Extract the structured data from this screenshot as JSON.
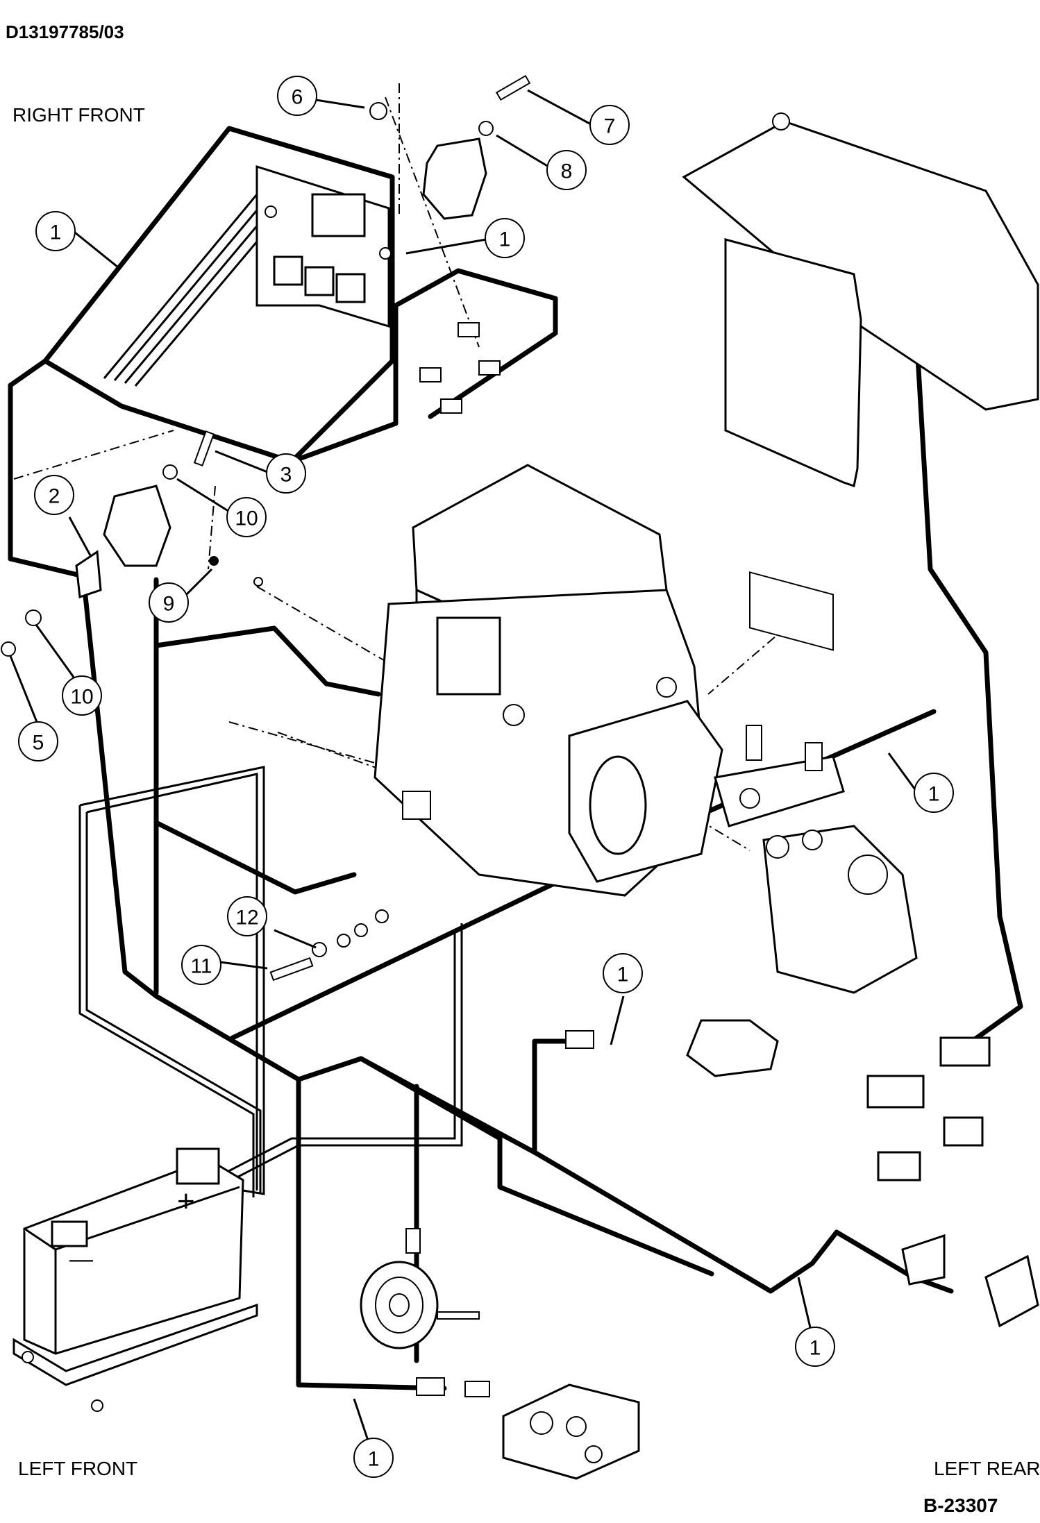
{
  "document_id": "D13197785/03",
  "figure_id": "B-23307",
  "orientation_labels": {
    "right_front": "RIGHT FRONT",
    "left_front": "LEFT FRONT",
    "left_rear": "LEFT REAR"
  },
  "polarity": {
    "positive": "+",
    "negative": "—"
  },
  "callouts": [
    {
      "id": "c6",
      "label": "6"
    },
    {
      "id": "c7",
      "label": "7"
    },
    {
      "id": "c8",
      "label": "8"
    },
    {
      "id": "c1a",
      "label": "1"
    },
    {
      "id": "c1b",
      "label": "1"
    },
    {
      "id": "c3",
      "label": "3"
    },
    {
      "id": "c2",
      "label": "2"
    },
    {
      "id": "c10a",
      "label": "10"
    },
    {
      "id": "c9",
      "label": "9"
    },
    {
      "id": "c10b",
      "label": "10"
    },
    {
      "id": "c5",
      "label": "5"
    },
    {
      "id": "c1c",
      "label": "1"
    },
    {
      "id": "c12",
      "label": "12"
    },
    {
      "id": "c11",
      "label": "11"
    },
    {
      "id": "c1d",
      "label": "1"
    },
    {
      "id": "c1e",
      "label": "1"
    },
    {
      "id": "c1f",
      "label": "1"
    }
  ]
}
